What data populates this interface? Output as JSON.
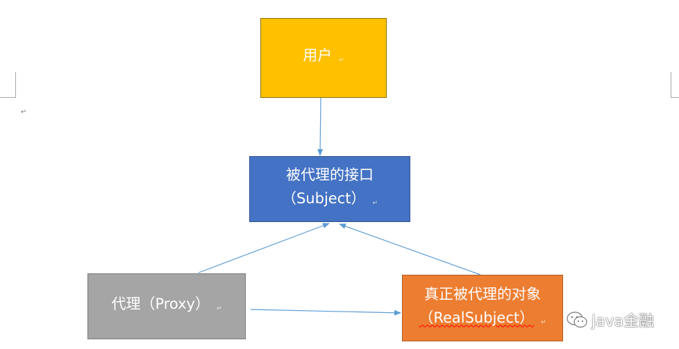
{
  "nodes": {
    "user": {
      "label": "用户"
    },
    "subject": {
      "line1": "被代理的接口",
      "line2": "（Subject）"
    },
    "proxy": {
      "label": "代理（Proxy）"
    },
    "real_subject": {
      "line1": "真正被代理的对象",
      "line2": "（RealSubject）"
    }
  },
  "edges": [
    {
      "from": "user",
      "to": "subject"
    },
    {
      "from": "proxy",
      "to": "subject"
    },
    {
      "from": "real_subject",
      "to": "subject"
    },
    {
      "from": "proxy",
      "to": "real_subject"
    }
  ],
  "marks": {
    "paragraph": "↵"
  },
  "watermark": {
    "text": "java金融",
    "icon": "wechat-icon"
  },
  "colors": {
    "user": "#ffc000",
    "subject": "#4472c4",
    "proxy": "#a5a5a5",
    "real_subject": "#ed7d31",
    "arrow": "#5b9bd5"
  }
}
